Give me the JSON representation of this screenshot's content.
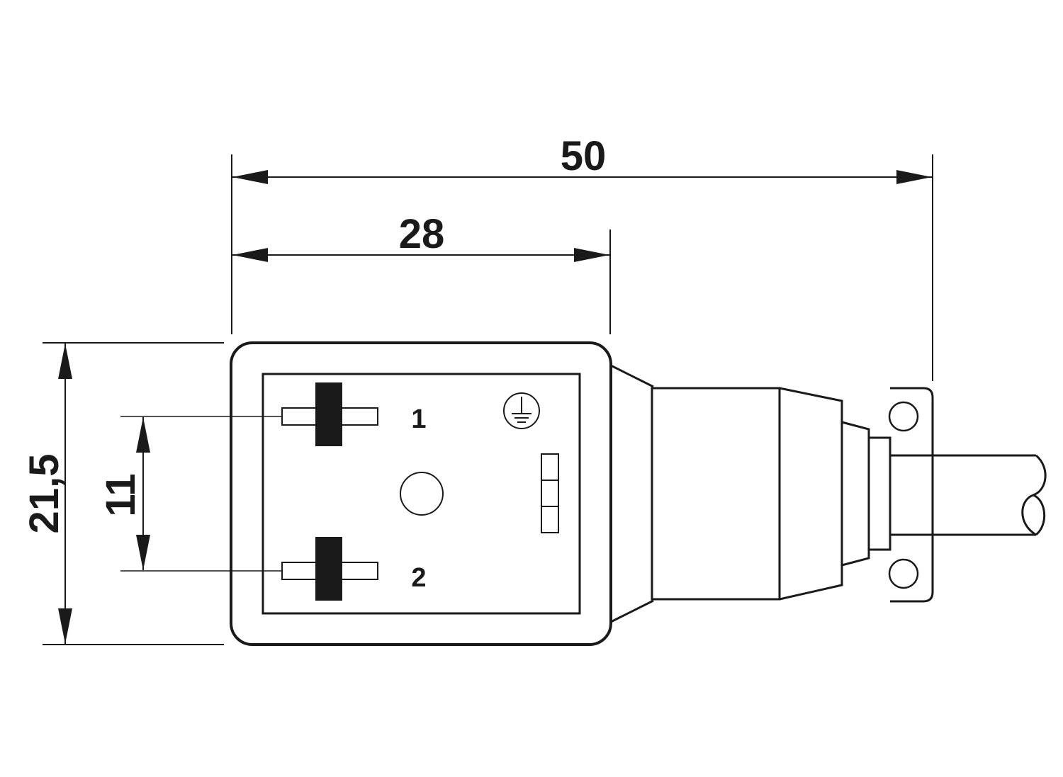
{
  "dimensions": {
    "overall_length": "50",
    "housing_length": "28",
    "housing_height": "21,5",
    "pin_spacing": "11"
  },
  "pins": {
    "pin1": "1",
    "pin2": "2"
  },
  "colors": {
    "ink": "#1a1a1a",
    "background": "#ffffff"
  }
}
